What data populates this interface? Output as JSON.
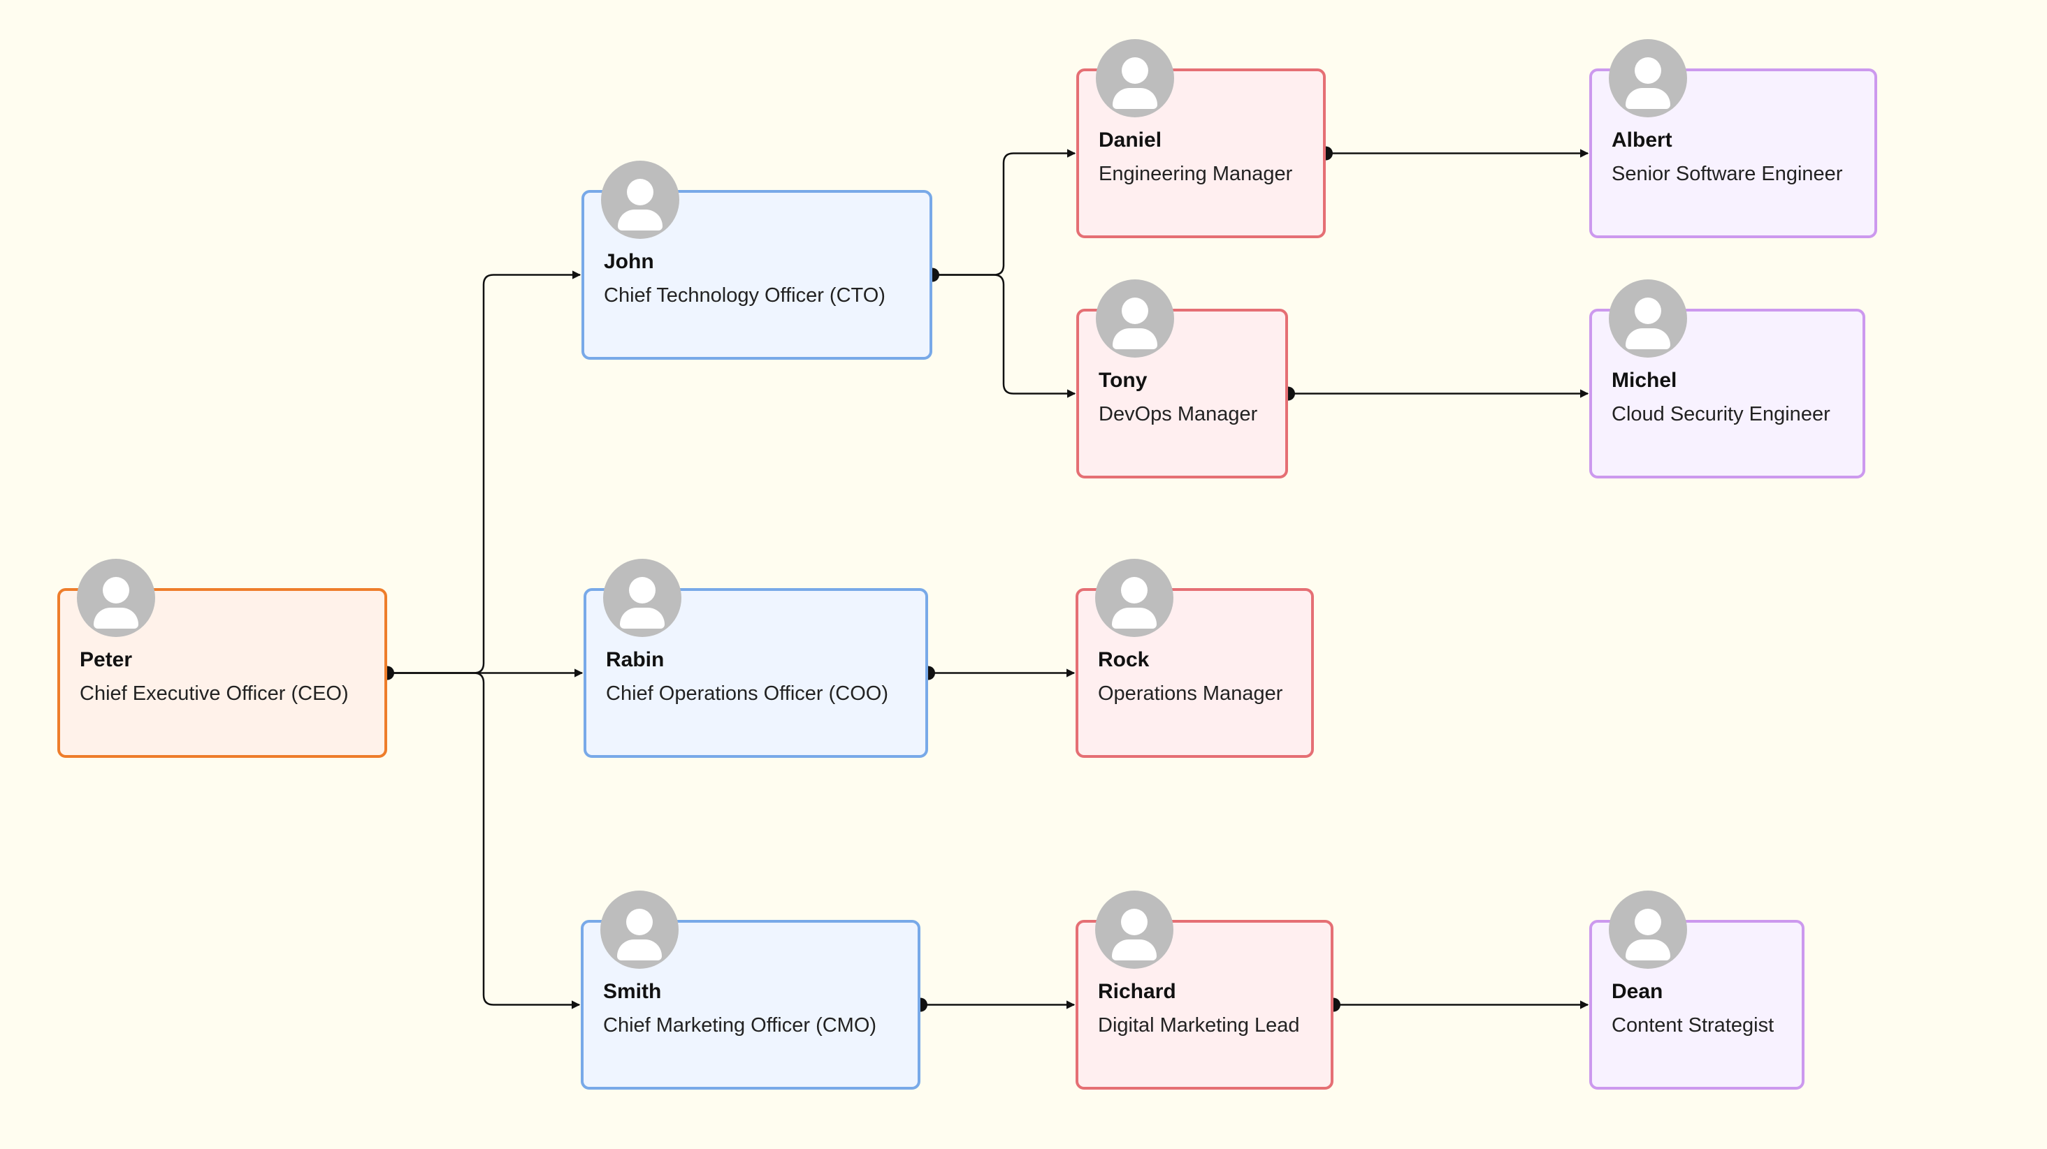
{
  "palette": {
    "background": "#fffdf0",
    "edge": "#111111",
    "levels": {
      "executive": {
        "border": "#ee7d2b",
        "fill": "#fff2ea"
      },
      "officer": {
        "border": "#78a9e8",
        "fill": "#eff5ff"
      },
      "manager": {
        "border": "#e56f74",
        "fill": "#ffeff0"
      },
      "specialist": {
        "border": "#cc99ee",
        "fill": "#f8f2ff"
      }
    },
    "avatar": "#bdbdbd"
  },
  "nodes": [
    {
      "id": "peter",
      "name": "Peter",
      "role": "Chief Executive Officer (CEO)",
      "level": "executive",
      "icon": "person-icon"
    },
    {
      "id": "john",
      "name": "John",
      "role": "Chief Technology Officer (CTO)",
      "level": "officer",
      "icon": "person-icon"
    },
    {
      "id": "rabin",
      "name": "Rabin",
      "role": "Chief Operations Officer (COO)",
      "level": "officer",
      "icon": "person-icon"
    },
    {
      "id": "smith",
      "name": "Smith",
      "role": "Chief Marketing Officer (CMO)",
      "level": "officer",
      "icon": "person-icon"
    },
    {
      "id": "daniel",
      "name": "Daniel",
      "role": "Engineering Manager",
      "level": "manager",
      "icon": "person-icon"
    },
    {
      "id": "tony",
      "name": "Tony",
      "role": "DevOps Manager",
      "level": "manager",
      "icon": "person-icon"
    },
    {
      "id": "rock",
      "name": "Rock",
      "role": "Operations Manager",
      "level": "manager",
      "icon": "person-icon"
    },
    {
      "id": "richard",
      "name": "Richard",
      "role": "Digital Marketing Lead",
      "level": "manager",
      "icon": "person-icon"
    },
    {
      "id": "albert",
      "name": "Albert",
      "role": "Senior Software Engineer",
      "level": "specialist",
      "icon": "person-icon"
    },
    {
      "id": "michel",
      "name": "Michel",
      "role": "Cloud Security Engineer",
      "level": "specialist",
      "icon": "person-icon"
    },
    {
      "id": "dean",
      "name": "Dean",
      "role": "Content Strategist",
      "level": "specialist",
      "icon": "person-icon"
    }
  ],
  "edges": [
    {
      "from": "peter",
      "to": "john"
    },
    {
      "from": "peter",
      "to": "rabin"
    },
    {
      "from": "peter",
      "to": "smith"
    },
    {
      "from": "john",
      "to": "daniel"
    },
    {
      "from": "john",
      "to": "tony"
    },
    {
      "from": "rabin",
      "to": "rock"
    },
    {
      "from": "smith",
      "to": "richard"
    },
    {
      "from": "daniel",
      "to": "albert"
    },
    {
      "from": "tony",
      "to": "michel"
    },
    {
      "from": "richard",
      "to": "dean"
    }
  ]
}
